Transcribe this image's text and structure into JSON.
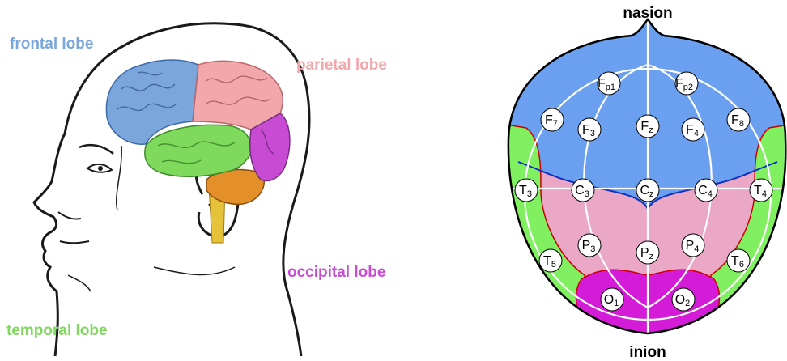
{
  "colors": {
    "frontal": "#7aa6dc",
    "parietal": "#f2a7aa",
    "occipital": "#c84bd4",
    "temporal": "#7ed95c",
    "cerebellum": "#e3902a",
    "brainstem": "#e6c23a",
    "map_frontal": "#6b9ff0",
    "map_parietal": "#eaa8c6",
    "map_temporal": "#80f060",
    "map_occipital": "#d41bd8",
    "map_outline": "#000000"
  },
  "brain_labels": {
    "frontal": "frontal lobe",
    "parietal": "parietal lobe",
    "occipital": "occipital lobe",
    "temporal": "temporal lobe"
  },
  "map_labels": {
    "top": "nasion",
    "bottom": "inion"
  },
  "electrodes": [
    {
      "id": "fp1",
      "base": "F",
      "sub": "p1"
    },
    {
      "id": "fp2",
      "base": "F",
      "sub": "p2"
    },
    {
      "id": "f7",
      "base": "F",
      "sub": "7"
    },
    {
      "id": "f3",
      "base": "F",
      "sub": "3"
    },
    {
      "id": "fz",
      "base": "F",
      "sub": "z"
    },
    {
      "id": "f4",
      "base": "F",
      "sub": "4"
    },
    {
      "id": "f8",
      "base": "F",
      "sub": "8"
    },
    {
      "id": "t3",
      "base": "T",
      "sub": "3"
    },
    {
      "id": "c3",
      "base": "C",
      "sub": "3"
    },
    {
      "id": "cz",
      "base": "C",
      "sub": "z"
    },
    {
      "id": "c4",
      "base": "C",
      "sub": "4"
    },
    {
      "id": "t4",
      "base": "T",
      "sub": "4"
    },
    {
      "id": "t5",
      "base": "T",
      "sub": "5"
    },
    {
      "id": "p3",
      "base": "P",
      "sub": "3"
    },
    {
      "id": "pz",
      "base": "P",
      "sub": "z"
    },
    {
      "id": "p4",
      "base": "P",
      "sub": "4"
    },
    {
      "id": "t6",
      "base": "T",
      "sub": "6"
    },
    {
      "id": "o1",
      "base": "O",
      "sub": "1"
    },
    {
      "id": "o2",
      "base": "O",
      "sub": "2"
    }
  ]
}
